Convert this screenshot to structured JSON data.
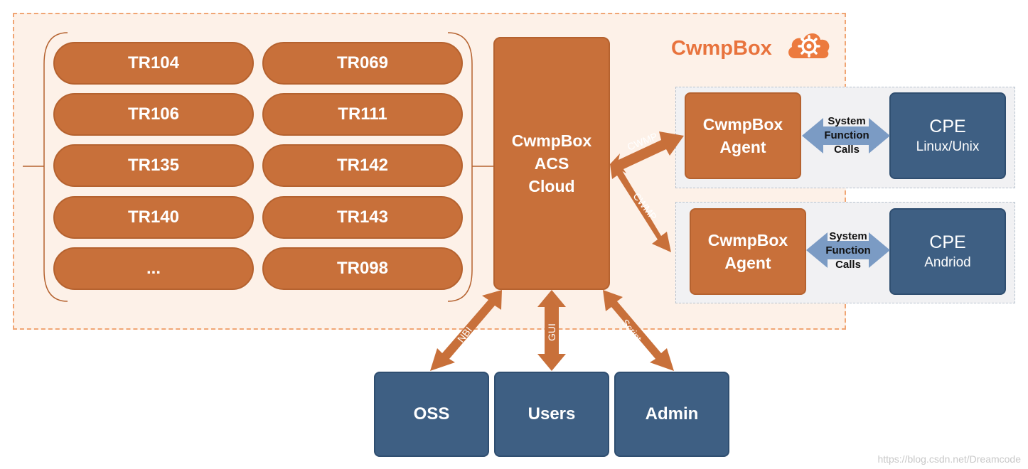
{
  "brand": {
    "name": "CwmpBox",
    "icon": "cloud-gear-icon",
    "accent": "#e8733d"
  },
  "tr_left": [
    "TR104",
    "TR106",
    "TR135",
    "TR140",
    "..."
  ],
  "tr_right": [
    "TR069",
    "TR111",
    "TR142",
    "TR143",
    "TR098"
  ],
  "acs": {
    "line1": "CwmpBox",
    "line2": "ACS",
    "line3": "Cloud"
  },
  "cpe_groups": [
    {
      "agent_line1": "CwmpBox",
      "agent_line2": "Agent",
      "sys_line1": "System",
      "sys_line2": "Function",
      "sys_line3": "Calls",
      "cpe_title": "CPE",
      "cpe_os": "Linux/Unix",
      "protocol": "CWMP"
    },
    {
      "agent_line1": "CwmpBox",
      "agent_line2": "Agent",
      "sys_line1": "System",
      "sys_line2": "Function",
      "sys_line3": "Calls",
      "cpe_title": "CPE",
      "cpe_os": "Andriod",
      "protocol": "CWMP"
    }
  ],
  "bottom": [
    {
      "label": "OSS",
      "link": "NBI"
    },
    {
      "label": "Users",
      "link": "GUI"
    },
    {
      "label": "Admin",
      "link": "Script"
    }
  ],
  "colors": {
    "orange": "#c8703a",
    "blue": "#3e5f83",
    "frame": "#fdf1e8",
    "arrow_blue": "#7b9bc4"
  },
  "watermark": "https://blog.csdn.net/Dreamcode"
}
